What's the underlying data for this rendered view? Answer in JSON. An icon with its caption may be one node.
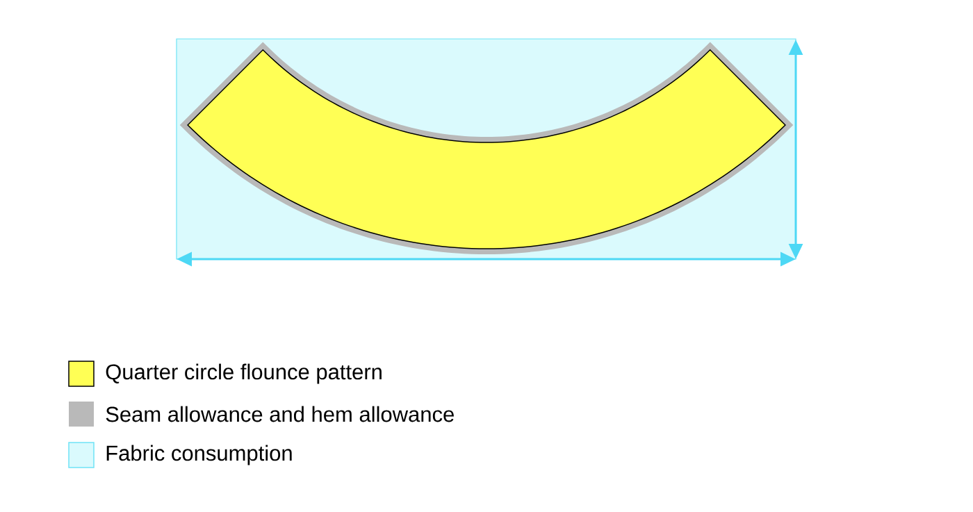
{
  "diagram": {
    "legend": [
      {
        "text": "Quarter circle flounce pattern",
        "color": "#ffff55"
      },
      {
        "text": "Seam allowance and hem allowance",
        "color": "#b9b9b9"
      },
      {
        "text": "Fabric consumption",
        "color": "#dafafd"
      }
    ]
  }
}
